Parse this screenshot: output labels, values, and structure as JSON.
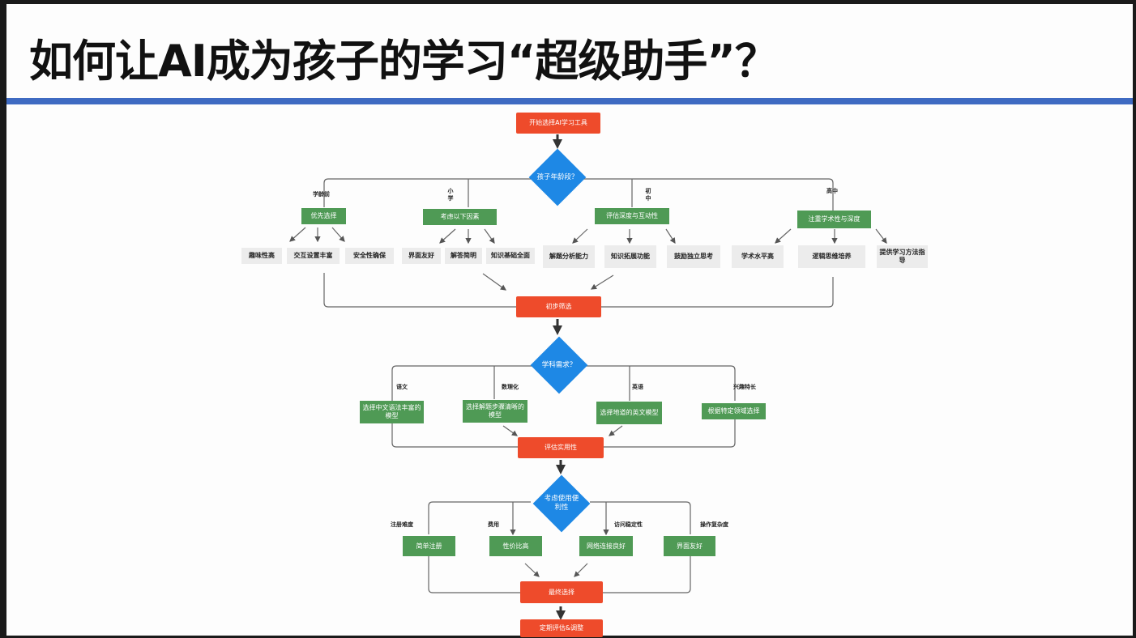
{
  "title": "如何让AI成为孩子的学习“超级助手”？",
  "colors": {
    "accent_rule": "#3f6bc2",
    "process": "#ee4b2b",
    "decision": "#1e88e5",
    "option": "#4f9a55",
    "detail": "#ececec"
  },
  "flow": {
    "start": "开始选择AI学习工具",
    "q_age": "孩子年龄段？",
    "age_branches": [
      {
        "edge": "学龄前",
        "node": "优先选择",
        "details": [
          "趣味性高",
          "交互设置丰富",
          "安全性确保"
        ]
      },
      {
        "edge": "小学",
        "node": "考虑以下因素",
        "details": [
          "界面友好",
          "解答简明",
          "知识基础全面"
        ]
      },
      {
        "edge": "初中",
        "node": "评估深度与互动性",
        "details": [
          "解题分析能力",
          "知识拓展功能",
          "鼓励独立思考"
        ]
      },
      {
        "edge": "高中",
        "node": "注重学术性与深度",
        "details": [
          "学术水平高",
          "逻辑思维培养",
          "提供学习方法指导"
        ]
      }
    ],
    "screen": "初步筛选",
    "q_subject": "学科需求？",
    "subject_branches": [
      {
        "edge": "语文",
        "node": "选择中文语法丰富的模型"
      },
      {
        "edge": "数理化",
        "node": "选择解题步骤清晰的模型"
      },
      {
        "edge": "英语",
        "node": "选择地道的英文模型"
      },
      {
        "edge": "兴趣特长",
        "node": "根据特定领域选择"
      }
    ],
    "practical": "评估实用性",
    "q_convenience": "考虑使用便利性",
    "conv_branches": [
      {
        "edge": "注册难度",
        "node": "简单注册"
      },
      {
        "edge": "费用",
        "node": "性价比高"
      },
      {
        "edge": "访问稳定性",
        "node": "网络连接良好"
      },
      {
        "edge": "操作复杂度",
        "node": "界面友好"
      }
    ],
    "final": "最终选择",
    "review": "定期评估&调整"
  }
}
